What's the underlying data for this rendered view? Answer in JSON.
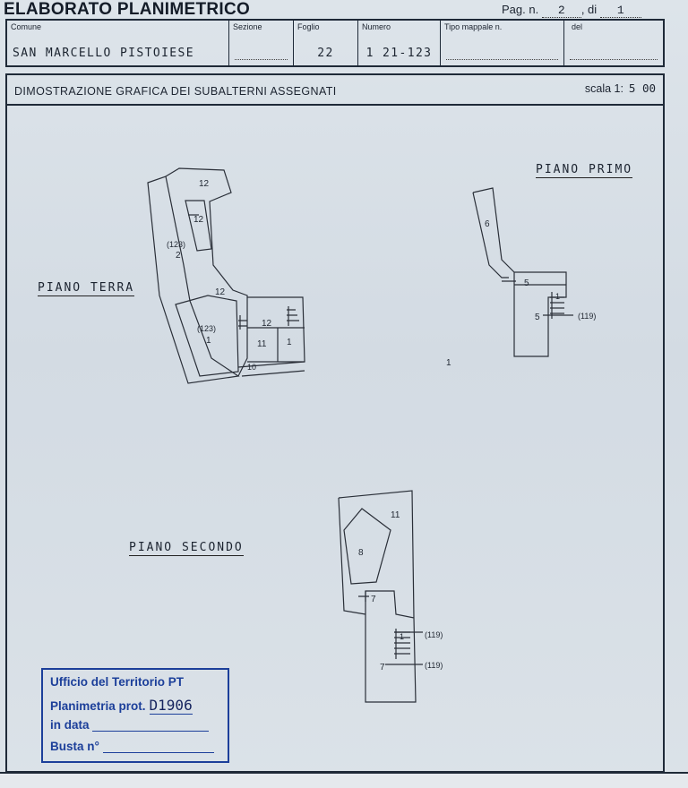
{
  "header": {
    "title": "ELABORATO PLANIMETRICO",
    "pag_label": "Pag. n.",
    "pag_value": "2",
    "di_label": ", di",
    "di_value": "1",
    "fields": {
      "comune_label": "Comune",
      "comune_value": "SAN MARCELLO PISTOIESE",
      "sezione_label": "Sezione",
      "sezione_value": "",
      "foglio_label": "Foglio",
      "foglio_value": "22",
      "numero_label": "Numero",
      "numero_value": "1 21-123",
      "tipo_label": "Tipo mappale n.",
      "tipo_value": "",
      "del_label": "del",
      "del_value": ""
    }
  },
  "subheader": {
    "title": "DIMOSTRAZIONE GRAFICA DEI SUBALTERNI ASSEGNATI",
    "scale_label": "scala 1:",
    "scale_value": "5 00"
  },
  "plans": {
    "terra": {
      "label": "PIANO TERRA",
      "units": [
        "12",
        "12",
        "(123)",
        "2",
        "12",
        "12",
        "(123)",
        "1",
        "11",
        "1",
        "10"
      ]
    },
    "primo": {
      "label": "PIANO PRIMO",
      "units": [
        "6",
        "5",
        "5",
        "1",
        "(119)"
      ]
    },
    "secondo": {
      "label": "PIANO SECONDO",
      "units": [
        "11",
        "8",
        "7",
        "1",
        "(119)",
        "7",
        "(119)"
      ]
    },
    "stray_mark": "1"
  },
  "stamp": {
    "line1": "Ufficio del Territorio PT",
    "line2_label": "Planimetria prot.",
    "line2_value": "D1906",
    "line3_label": "in data",
    "line4_label": "Busta n°"
  }
}
